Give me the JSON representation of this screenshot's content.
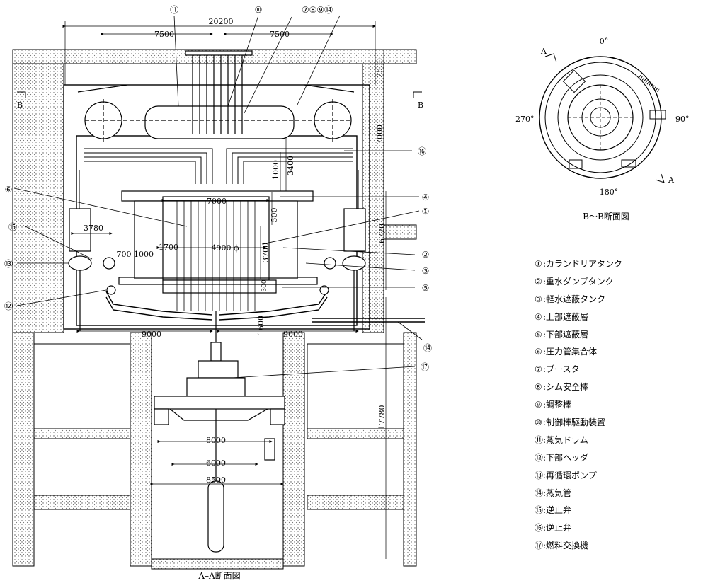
{
  "section_aa": {
    "caption": "A–A断面図",
    "dimensions": {
      "total_width": "20200",
      "left_half": "7500",
      "right_half": "7500",
      "top_2500": "2500",
      "height_7000": "7000",
      "d1000": "1000",
      "d3400": "3400",
      "width_7000": "7000",
      "d500": "500",
      "d6720": "6720",
      "d3780": "3780",
      "d700": "700",
      "d1000b": "1000",
      "d1700": "1700",
      "diam": "4900 ϕ",
      "d3700": "3700",
      "d300": "300",
      "left_9000": "9000",
      "right_9000": "9000",
      "d1600": "1600",
      "d17780": "17780",
      "d8000": "8000",
      "d6000": "6000",
      "d8500": "8500"
    },
    "section_marks": {
      "b_left": "B",
      "b_right": "B"
    },
    "callouts": [
      "⑪",
      "⑩",
      "⑦⑧⑨⑭",
      "⑯",
      "⑥",
      "④",
      "①",
      "⑮",
      "②",
      "⑬",
      "③",
      "⑫",
      "⑤",
      "⑭",
      "⑰"
    ]
  },
  "section_bb": {
    "caption": "B～B断面図",
    "angles": {
      "top": "0°",
      "right": "90°",
      "bottom": "180°",
      "left": "270°"
    },
    "marks": {
      "a_top": "A",
      "a_bottom": "A"
    }
  },
  "legend": [
    {
      "mark": "①",
      "text": ":カランドリアタンク"
    },
    {
      "mark": "②",
      "text": ":重水ダンプタンク"
    },
    {
      "mark": "③",
      "text": ":軽水遮蔽タンク"
    },
    {
      "mark": "④",
      "text": ":上部遮蔽層"
    },
    {
      "mark": "⑤",
      "text": ":下部遮蔽層"
    },
    {
      "mark": "⑥",
      "text": ":圧力管集合体"
    },
    {
      "mark": "⑦",
      "text": ":ブースタ"
    },
    {
      "mark": "⑧",
      "text": ":シム安全棒"
    },
    {
      "mark": "⑨",
      "text": ":調整棒"
    },
    {
      "mark": "⑩",
      "text": ":制御棒駆動装置"
    },
    {
      "mark": "⑪",
      "text": ":蒸気ドラム"
    },
    {
      "mark": "⑫",
      "text": ":下部ヘッダ"
    },
    {
      "mark": "⑬",
      "text": ":再循環ポンプ"
    },
    {
      "mark": "⑭",
      "text": ":蒸気管"
    },
    {
      "mark": "⑮",
      "text": ":逆止弁"
    },
    {
      "mark": "⑯",
      "text": ":逆止弁"
    },
    {
      "mark": "⑰",
      "text": ":燃料交換機"
    }
  ]
}
